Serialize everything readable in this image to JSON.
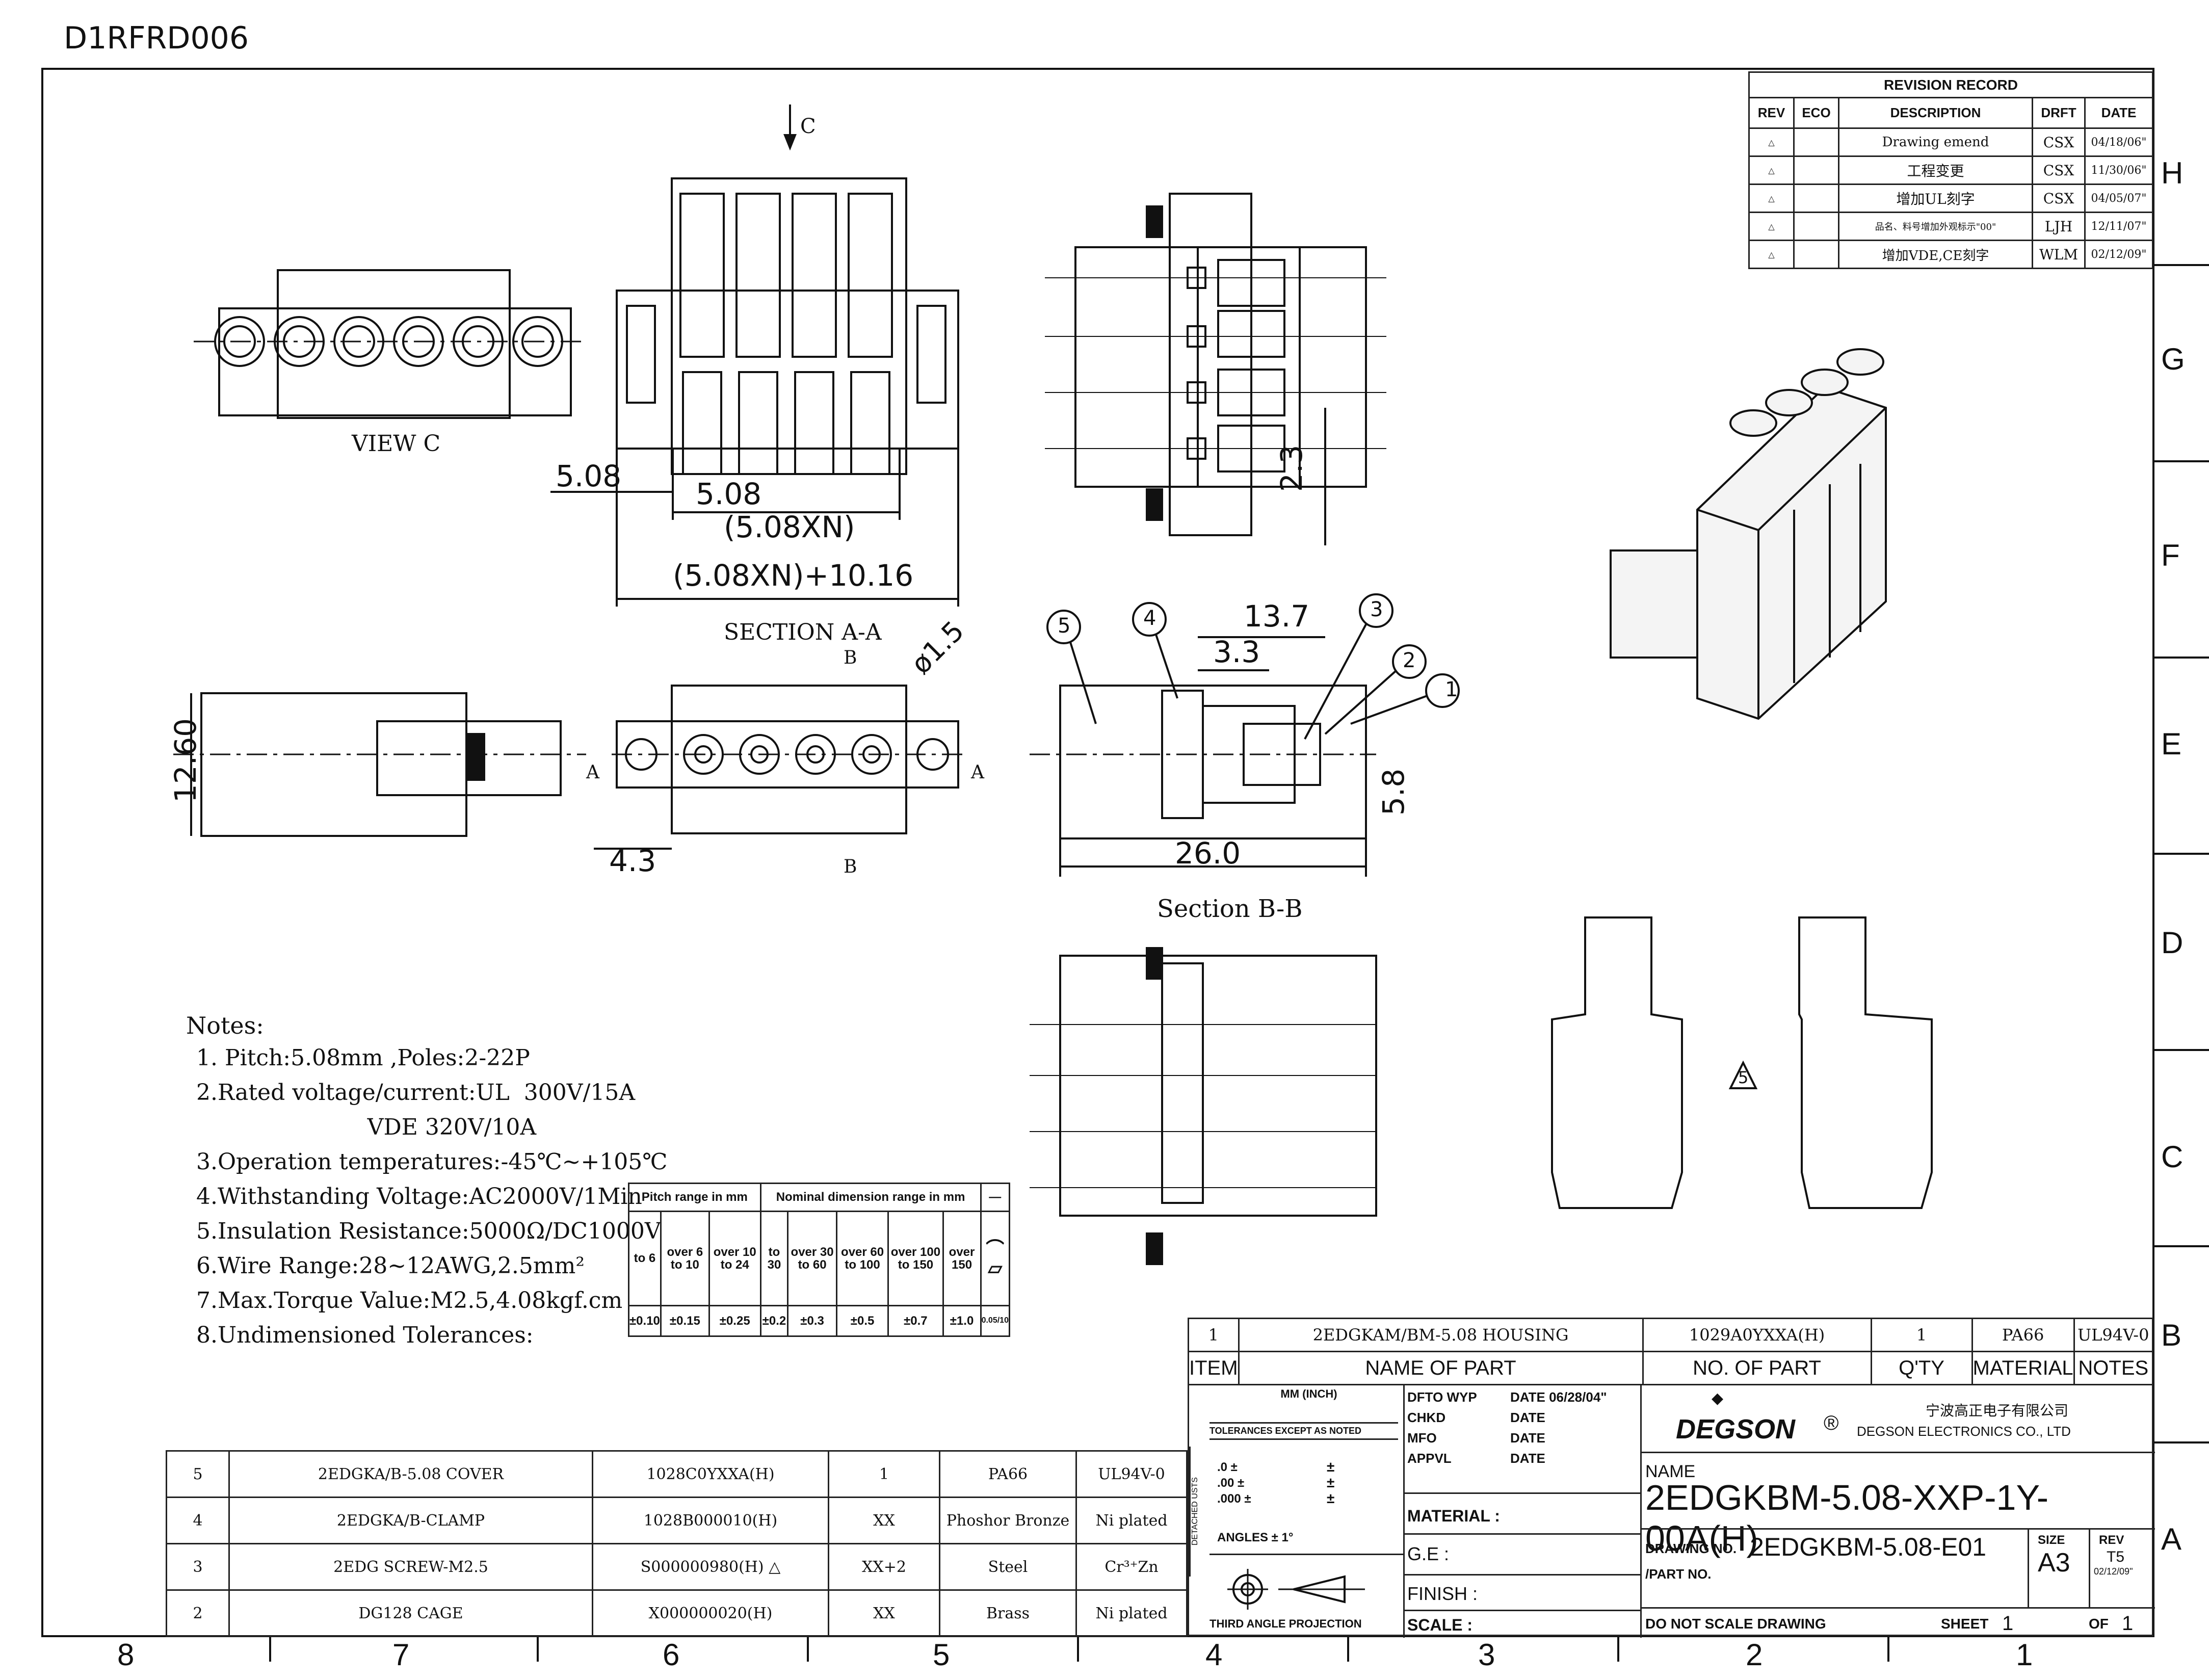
{
  "doc_id": "D1RFRD006",
  "revision": {
    "title": "REVISION RECORD",
    "headers": [
      "REV",
      "ECO",
      "DESCRIPTION",
      "DRFT",
      "DATE"
    ],
    "rows": [
      {
        "desc": "Drawing emend",
        "drft": "CSX",
        "date": "04/18/06\""
      },
      {
        "desc": "工程变更",
        "drft": "CSX",
        "date": "11/30/06\""
      },
      {
        "desc": "增加UL刻字",
        "drft": "CSX",
        "date": "04/05/07\""
      },
      {
        "desc": "品名、料号增加外观标示\"00\"",
        "drft": "LJH",
        "date": "12/11/07\""
      },
      {
        "desc": "增加VDE,CE刻字",
        "drft": "WLM",
        "date": "02/12/09\""
      }
    ]
  },
  "zones_right": [
    "H",
    "G",
    "F",
    "E",
    "D",
    "C",
    "B",
    "A"
  ],
  "zones_bottom": [
    "8",
    "7",
    "6",
    "5",
    "4",
    "3",
    "2",
    "1"
  ],
  "views": {
    "view_c": "VIEW C",
    "section_aa": "SECTION A-A",
    "section_bb": "Section B-B",
    "arrow_c": "C",
    "label_a": "A",
    "label_b": "B"
  },
  "dims": {
    "d508": "5.08",
    "d508b": "5.08",
    "d508xn": "(5.08XN)",
    "d508xn1016": "(5.08XN)+10.16",
    "d23": "2.3",
    "d1260": "12.60",
    "d43": "4.3",
    "d15": "ø1.5",
    "d137": "13.7",
    "d33": "3.3",
    "d58": "5.8",
    "d260": "26.0",
    "balloons": [
      "1",
      "2",
      "3",
      "4",
      "5"
    ],
    "rev_mark": "5"
  },
  "notes": {
    "title": "Notes:",
    "lines": [
      "1. Pitch:5.08mm ,Poles:2-22P",
      "2.Rated voltage/current:UL  300V/15A",
      "                        VDE 320V/10A",
      "3.Operation temperatures:-45℃~+105℃",
      "4.Withstanding Voltage:AC2000V/1Min",
      "5.Insulation Resistance:5000Ω/DC1000V",
      "6.Wire Range:28~12AWG,2.5mm²",
      "7.Max.Torque Value:M2.5,4.08kgf.cm",
      "8.Undimensioned Tolerances:"
    ]
  },
  "tolerance": {
    "h_pitch": "Pitch range in mm",
    "h_nominal": "Nominal dimension range in mm",
    "pitch_cols": [
      "to 6",
      "over 6 to 10",
      "over 10 to 24"
    ],
    "nominal_cols": [
      "to 30",
      "over 30 to 60",
      "over 60 to 100",
      "over 100 to 150",
      "over 150"
    ],
    "values": [
      "±0.10",
      "±0.15",
      "±0.25",
      "±0.2",
      "±0.3",
      "±0.5",
      "±0.7",
      "±1.0",
      "0.05/10"
    ]
  },
  "bom": [
    {
      "item": "5",
      "name": "2EDGKA/B-5.08 COVER",
      "part": "1028C0YXXA(H)",
      "qty": "1",
      "material": "PA66",
      "notes": "UL94V-0"
    },
    {
      "item": "4",
      "name": "2EDGKA/B-CLAMP",
      "part": "1028B000010(H)",
      "qty": "XX",
      "material": "Phoshor Bronze",
      "notes": "Ni plated"
    },
    {
      "item": "3",
      "name": "2EDG SCREW-M2.5",
      "part": "S000000980(H)",
      "qty": "XX+2",
      "material": "Steel",
      "notes": "Cr³⁺Zn"
    },
    {
      "item": "2",
      "name": "DG128 CAGE",
      "part": "X000000020(H)",
      "qty": "XX",
      "material": "Brass",
      "notes": "Ni plated"
    }
  ],
  "bom_item1": {
    "item": "1",
    "name": "2EDGKAM/BM-5.08 HOUSING",
    "part": "1029A0YXXA(H)",
    "qty": "1",
    "material": "PA66",
    "notes": "UL94V-0"
  },
  "bom_header": {
    "item": "ITEM",
    "name": "NAME OF PART",
    "part": "NO. OF PART",
    "qty": "Q'TY",
    "material": "MATERIAL",
    "notes": "NOTES"
  },
  "title_block": {
    "mm_inch": "MM (INCH)",
    "tol_label": "TOLERANCES EXCEPT AS NOTED",
    "tol_rows": [
      ".0 ±",
      ".00 ±",
      ".000 ±"
    ],
    "angles": "ANGLES ± 1°",
    "detached": "DETACHED USTS",
    "projection": "THIRD ANGLE PROJECTION",
    "dfto": "DFTO  WYP",
    "dfto_date": "DATE  06/28/04\"",
    "chkd": "CHKD",
    "mfo": "MFO",
    "appvl": "APPVL",
    "date": "DATE",
    "material": "MATERIAL :",
    "ge": "G.E :",
    "finish": "FINISH :",
    "scale": "SCALE :",
    "company": "DEGSON",
    "company_cn": "宁波高正电子有限公司",
    "company_en": "DEGSON ELECTRONICS CO., LTD",
    "name_label": "NAME",
    "name_value": "2EDGKBM-5.08-XXP-1Y-00A(H)",
    "drawing_no_label": "DRAWING NO.",
    "drawing_no": "2EDGKBM-5.08-E01",
    "part_no_label": "/PART  NO.",
    "size_label": "SIZE",
    "size": "A3",
    "rev_label": "REV",
    "rev": "T5",
    "rev_date": "02/12/09\"",
    "dns": "DO NOT SCALE DRAWING",
    "sheet_label": "SHEET",
    "sheet": "1",
    "of_label": "OF",
    "of": "1"
  }
}
